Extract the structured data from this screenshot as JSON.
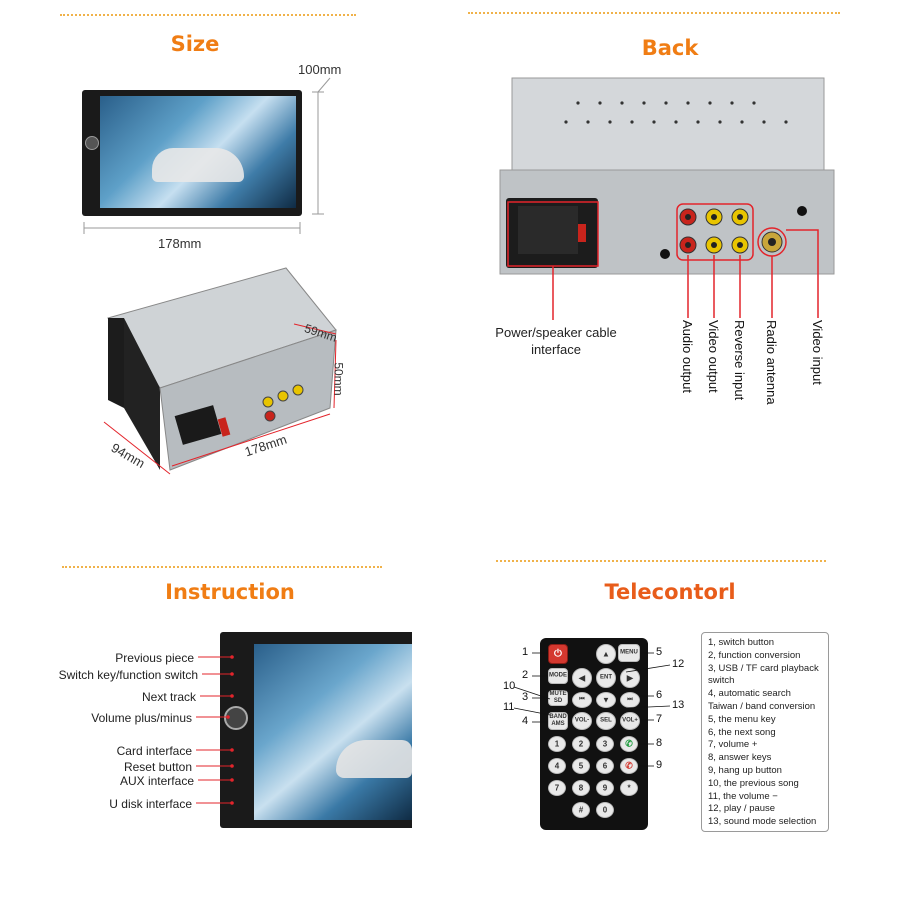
{
  "colors": {
    "accent": "#f07d14",
    "accent_dark": "#e85c1a",
    "callout_line": "#e3242b",
    "dim_line": "#9a9a9a"
  },
  "size": {
    "title": "Size",
    "height_label": "100mm",
    "width_label": "178mm",
    "depth_label": "94mm",
    "unit_width_label": "178mm",
    "unit_height_label": "50mm",
    "unit_depth_label": "59mm"
  },
  "back": {
    "title": "Back",
    "power_label": "Power/speaker cable interface",
    "ports": [
      "Audio output",
      "Video output",
      "Reverse input",
      "Radio antenna",
      "Video input"
    ]
  },
  "instruction": {
    "title": "Instruction",
    "callouts": [
      "Previous piece",
      "Switch key/function switch",
      "Next track",
      "Volume plus/minus",
      "Card interface",
      "Reset button",
      "AUX interface",
      "U disk interface"
    ]
  },
  "telecontrol": {
    "title": "Telecontorl",
    "key_numbers": [
      "1",
      "2",
      "3",
      "10",
      "11",
      "4",
      "5",
      "12",
      "6",
      "13",
      "7",
      "8",
      "9"
    ],
    "keys": {
      "menu": "MENU",
      "mode": "MODE",
      "ent": "ENT",
      "mute": "MUTE SD",
      "band": "BAND AMS",
      "vol_minus": "VOL-",
      "sel": "SEL",
      "vol_plus": "VOL+",
      "digits": [
        "1",
        "2",
        "3",
        "4",
        "5",
        "6",
        "7",
        "8",
        "9",
        "*",
        "0",
        "#"
      ]
    },
    "legend": [
      "1, switch button",
      "2, function conversion",
      "3, USB / TF card playback switch",
      "4, automatic search Taiwan / band conversion",
      "5, the menu key",
      "6, the next song",
      "7, volume +",
      "8, answer keys",
      "9, hang up button",
      "10, the previous song",
      "11, the volume −",
      "12, play / pause",
      "13, sound mode selection"
    ]
  }
}
